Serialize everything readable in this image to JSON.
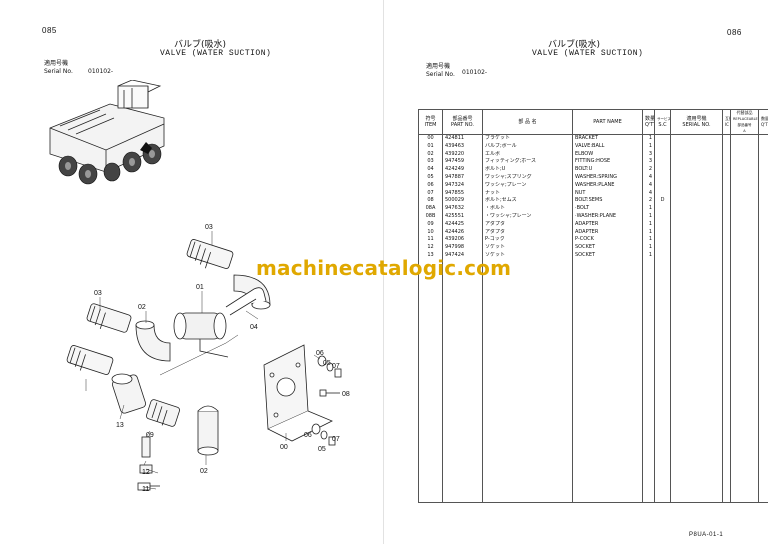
{
  "left_page": {
    "page_number": "085",
    "title_jp": "バルブ(吸水)",
    "title_en": "VALVE (WATER SUCTION)",
    "serial_label_jp": "適用号機",
    "serial_label_en": "Serial No.",
    "serial_value": "010102-",
    "callouts": [
      "03",
      "01",
      "04",
      "03",
      "02",
      "13",
      "09",
      "12",
      "11",
      "02",
      "00",
      "06",
      "05",
      "07",
      "08",
      "06",
      "05",
      "07"
    ]
  },
  "right_page": {
    "page_number": "086",
    "title_jp": "バルブ(吸水)",
    "title_en": "VALVE (WATER SUCTION)",
    "serial_label_jp": "適用号機",
    "serial_label_en": "Serial No.",
    "serial_value": "010102-",
    "table_headers": {
      "item_jp": "符号",
      "item_en": "ITEM",
      "part_no_jp": "部品番号",
      "part_no_en": "PART NO.",
      "part_name_jp": "部 品 名",
      "part_name_en": "PART NAME",
      "qty_jp": "数量",
      "qty_en": "Q'TY",
      "sc_jp": "サービスコード",
      "sc_en": "S.C",
      "serial_jp": "適用号機",
      "serial_en": "SERIAL NO.",
      "ic_jp": "互換性",
      "ic_en": "IC",
      "repl_jp": "代替部品",
      "repl_en": "REPLACEABLE PART",
      "repl_no": "部品番号",
      "repl_qty": "数量",
      "repl_a": "A",
      "repl_q": "Q'TY"
    },
    "rows": [
      {
        "item": "00",
        "part_no": "424811",
        "name_jp": "ブラケット",
        "name_en": "BRACKET",
        "qty": "1",
        "sc": ""
      },
      {
        "item": "01",
        "part_no": "439463",
        "name_jp": "バルブ;ボール",
        "name_en": "VALVE:BALL",
        "qty": "1",
        "sc": ""
      },
      {
        "item": "02",
        "part_no": "439220",
        "name_jp": "エルボ",
        "name_en": "ELBOW",
        "qty": "3",
        "sc": ""
      },
      {
        "item": "03",
        "part_no": "947459",
        "name_jp": "フィッティング;ホース",
        "name_en": "FITTING:HOSE",
        "qty": "3",
        "sc": ""
      },
      {
        "item": "04",
        "part_no": "424249",
        "name_jp": "ボルト;U",
        "name_en": "BOLT:U",
        "qty": "2",
        "sc": ""
      },
      {
        "item": "05",
        "part_no": "947887",
        "name_jp": "ワッシャ;スプリング",
        "name_en": "WASHER:SPRING",
        "qty": "4",
        "sc": ""
      },
      {
        "item": "06",
        "part_no": "947324",
        "name_jp": "ワッシャ;プレーン",
        "name_en": "WASHER:PLANE",
        "qty": "4",
        "sc": ""
      },
      {
        "item": "07",
        "part_no": "947855",
        "name_jp": "ナット",
        "name_en": "NUT",
        "qty": "4",
        "sc": ""
      },
      {
        "item": "08",
        "part_no": "500029",
        "name_jp": "ボルト;セムス",
        "name_en": "BOLT:SEMS",
        "qty": "2",
        "sc": "D"
      },
      {
        "item": "08A",
        "part_no": "947632",
        "name_jp": "・ボルト",
        "name_en": "·BOLT",
        "qty": "1",
        "sc": ""
      },
      {
        "item": "08B",
        "part_no": "425551",
        "name_jp": "・ワッシャ;プレーン",
        "name_en": "·WASHER:PLANE",
        "qty": "1",
        "sc": ""
      },
      {
        "item": "09",
        "part_no": "424425",
        "name_jp": "アダプタ",
        "name_en": "ADAPTER",
        "qty": "1",
        "sc": ""
      },
      {
        "item": "10",
        "part_no": "424426",
        "name_jp": "アダプタ",
        "name_en": "ADAPTER",
        "qty": "1",
        "sc": ""
      },
      {
        "item": "11",
        "part_no": "439206",
        "name_jp": "P-コック",
        "name_en": "P-COCK",
        "qty": "1",
        "sc": ""
      },
      {
        "item": "12",
        "part_no": "947998",
        "name_jp": "ソケット",
        "name_en": "SOCKET",
        "qty": "1",
        "sc": ""
      },
      {
        "item": "13",
        "part_no": "947424",
        "name_jp": "ソケット",
        "name_en": "SOCKET",
        "qty": "1",
        "sc": ""
      }
    ],
    "footer_code": "P8UA-01-1"
  },
  "watermark": "machinecatalogic.com",
  "colors": {
    "watermark": "#e0a800",
    "line": "#555555",
    "drawing": "#222222"
  }
}
